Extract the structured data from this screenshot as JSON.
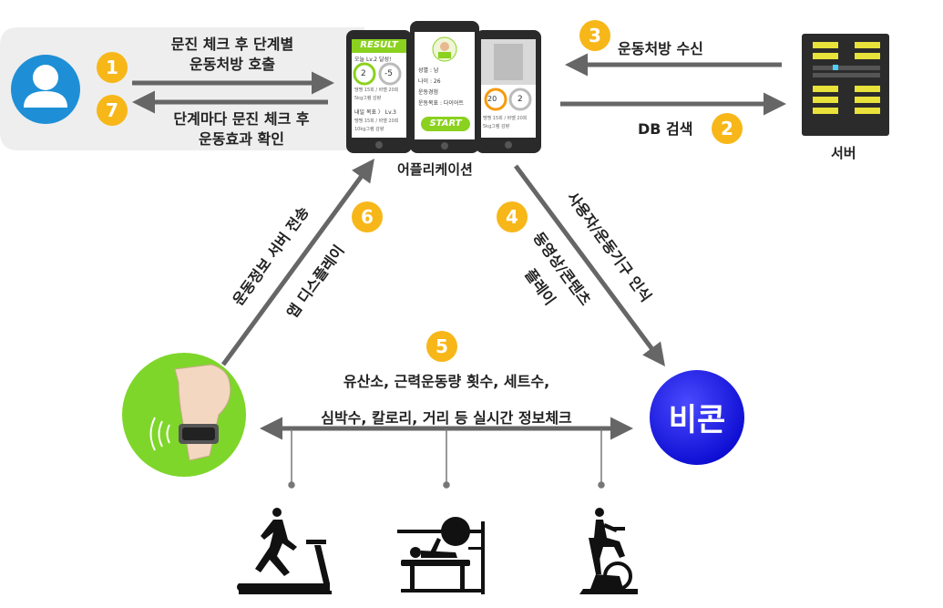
{
  "steps": {
    "s1": {
      "num": "1",
      "text_line1": "문진 체크 후 단계별",
      "text_line2": "운동처방 호출"
    },
    "s2": {
      "num": "2",
      "text": "DB 검색"
    },
    "s3": {
      "num": "3",
      "text": "운동처방 수신"
    },
    "s4": {
      "num": "4",
      "text_line1": "사용자/운동기구 인식",
      "text_line2": "동영상/콘텐츠",
      "text_line3": "플레이"
    },
    "s5": {
      "num": "5",
      "text_line1": "유산소, 근력운동량 횟수, 세트수,",
      "text_line2": "심박수, 칼로리, 거리 등 실시간 정보체크"
    },
    "s6": {
      "num": "6",
      "text_line1": "운동정보 서버 전송",
      "text_line2": "앱 디스플레이"
    },
    "s7": {
      "num": "7",
      "text_line1": "단계마다 문진 체크 후",
      "text_line2": "운동효과 확인"
    }
  },
  "nodes": {
    "app_label": "어플리케이션",
    "server_label": "서버",
    "beacon_label": "비콘"
  },
  "phone1": {
    "header": "RESULT",
    "line1": "오늘 Lv.2 달성!",
    "val_a": "2",
    "val_b": "-5",
    "line2": "땡땡 15회 / 바벨 20회",
    "line3": "5kg그램 감량",
    "line4": "내일 목표 〉 Lv.3",
    "line5": "땡땡 15회 / 바벨 20회",
    "line6": "10kg그램 감량"
  },
  "phone2": {
    "gender": "성별 : 남",
    "age": "나이 : 26",
    "exp": "운동경험",
    "goal": "운동목표 : 다이어트",
    "start": "START"
  },
  "phone3": {
    "val_a": "20",
    "val_b": "2",
    "line1": "땡땡 15회 / 바벨 20회",
    "line2": "5kg그램 감량"
  },
  "colors": {
    "badge": "#f7b719",
    "arrow": "#666666",
    "beacon": "#1a1af0",
    "band_bg": "#7ed62a",
    "user_icon": "#1e8fd6",
    "panel_bg": "#eeeeee",
    "server": "#2b2b2b"
  },
  "icons": [
    "user-icon",
    "server-icon",
    "fitness-band-icon",
    "treadmill-icon",
    "bench-press-icon",
    "exercise-bike-icon"
  ]
}
